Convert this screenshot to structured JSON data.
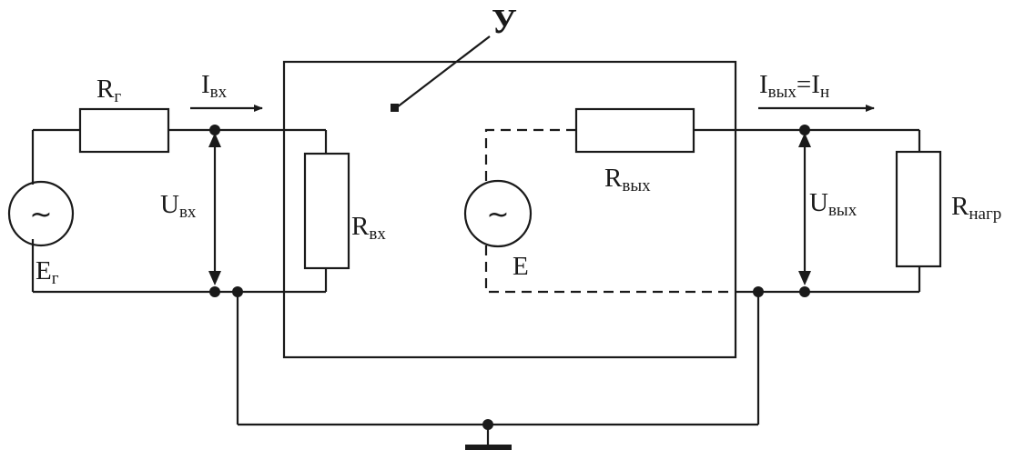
{
  "amplifier": {
    "label": "У"
  },
  "source": {
    "emf_main": "E",
    "emf_sub": "г",
    "resistance_main": "R",
    "resistance_sub": "г",
    "symbol": "~"
  },
  "input": {
    "current_main": "I",
    "current_sub": "вх",
    "voltage_main": "U",
    "voltage_sub": "вх",
    "resistance_main": "R",
    "resistance_sub": "вх"
  },
  "output": {
    "emf": "E",
    "symbol": "~",
    "resistance_main": "R",
    "resistance_sub": "вых",
    "current_main": "I",
    "current_sub": "вых",
    "current_eq": "=",
    "load_current_main": "I",
    "load_current_sub": "н",
    "voltage_main": "U",
    "voltage_sub": "вых"
  },
  "load": {
    "resistance_main": "R",
    "resistance_sub": "нагр"
  }
}
